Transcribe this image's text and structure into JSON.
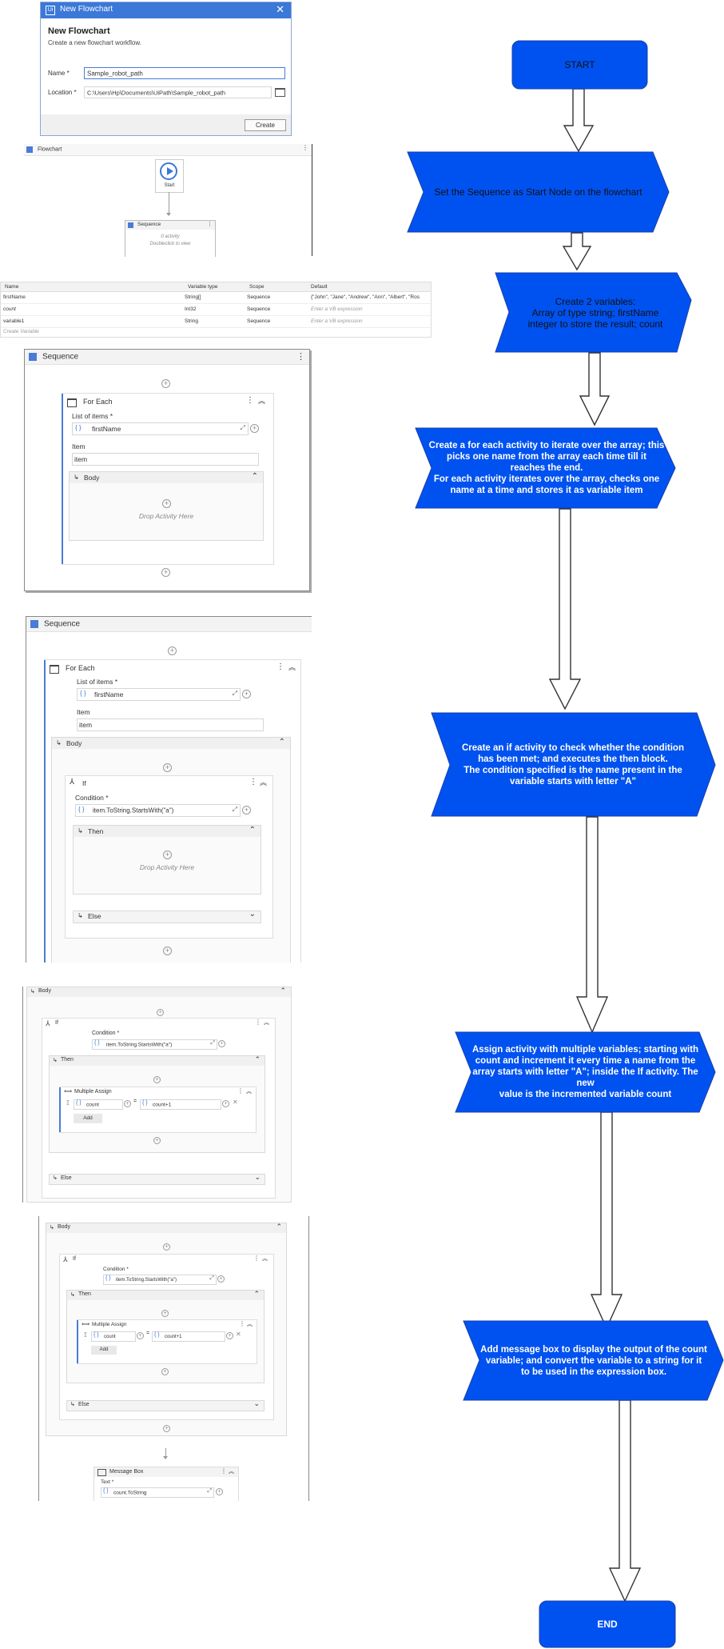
{
  "dialog": {
    "title": "New Flowchart",
    "heading": "New Flowchart",
    "subtitle": "Create a new flowchart workflow.",
    "name_label": "Name *",
    "name_value": "Sample_robot_path",
    "location_label": "Location *",
    "location_value": "C:\\Users\\Hp\\Documents\\UiPath\\Sample_robot_path",
    "create_button": "Create"
  },
  "flowchart_panel": {
    "title": "Flowchart",
    "start_label": "Start",
    "sequence_label": "Sequence",
    "sequence_hint_1": "0 activity",
    "sequence_hint_2": "Doubleclick to view"
  },
  "variables_table": {
    "columns": [
      "Name",
      "Variable type",
      "Scope",
      "Default"
    ],
    "rows": [
      [
        "firstName",
        "String[]",
        "Sequence",
        "{\"John\", \"Jane\", \"Andrew\", \"Ann\", \"Albert\", \"Ros"
      ],
      [
        "count",
        "Int32",
        "Sequence",
        "Enter a VB expression"
      ],
      [
        "variable1",
        "String",
        "Sequence",
        "Enter a VB expression"
      ]
    ],
    "create_variable": "Create Variable"
  },
  "seq1": {
    "title": "Sequence",
    "foreach_title": "For Each",
    "list_label": "List of items *",
    "list_value": "firstName",
    "item_label": "Item",
    "item_value": "item",
    "body_label": "Body",
    "drop_hint": "Drop Activity Here"
  },
  "seq2": {
    "title": "Sequence",
    "foreach_title": "For Each",
    "list_label": "List of items *",
    "list_value": "firstName",
    "item_label": "Item",
    "item_value": "item",
    "body_label": "Body",
    "if_title": "If",
    "condition_label": "Condition *",
    "condition_value": "item.ToString.StartsWith(\"a\")",
    "then_label": "Then",
    "drop_hint": "Drop Activity Here",
    "else_label": "Else"
  },
  "body3": {
    "body_label": "Body",
    "if_title": "If",
    "condition_label": "Condition *",
    "condition_value": "item.ToString.StartsWith(\"a\")",
    "then_label": "Then",
    "assign_title": "Multiple Assign",
    "assign_to": "count",
    "assign_value": "count+1",
    "add_button": "Add",
    "else_label": "Else"
  },
  "body4": {
    "body_label": "Body",
    "if_title": "If",
    "condition_label": "Condition *",
    "condition_value": "item.ToString.StartsWith(\"a\")",
    "then_label": "Then",
    "assign_title": "Multiple Assign",
    "assign_to": "count",
    "assign_value": "count+1",
    "add_button": "Add",
    "else_label": "Else",
    "msgbox_title": "Message Box",
    "text_label": "Text *",
    "text_value": "count.ToString"
  },
  "flow": {
    "start": "START",
    "step1": "Set the Sequence as Start Node on the flowchart",
    "step2": [
      "Create 2 variables:",
      "Array of type string; firstName",
      "integer to store the result; count"
    ],
    "step3": [
      "Create a for each activity to iterate over the array;  this",
      "picks one name from the array each time till it",
      "reaches the end.",
      "For each activity iterates over the array, checks one",
      "name at a time and stores it as variable item"
    ],
    "step4": [
      "Create an if activity to check whether the condition",
      "has been met; and executes the then block.",
      "The condition specified is the name present in the",
      "variable starts with letter \"A\""
    ],
    "step5": [
      "Assign activity with multiple variables; starting with",
      "count and increment it every time a name from the",
      "array starts with letter \"A\"; inside the If activity. The new",
      "value is the incremented variable count"
    ],
    "step6": [
      "Add message box to display the output of the count",
      "variable; and convert the variable to a string for it",
      "to be used in the expression box."
    ],
    "end": "END"
  },
  "colors": {
    "shape_fill": "#0052f0",
    "uipath_blue": "#4a7bd6"
  }
}
